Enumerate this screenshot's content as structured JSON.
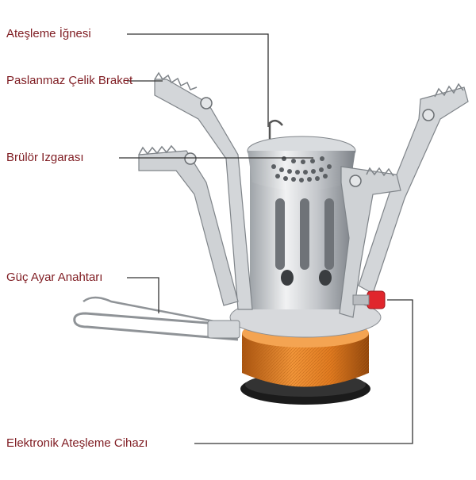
{
  "diagram": {
    "labels": [
      {
        "id": "ignition-needle",
        "text": "Ateşleme İğnesi"
      },
      {
        "id": "stainless-bracket",
        "text": "Paslanmaz Çelik Braket"
      },
      {
        "id": "burner-grate",
        "text": "Brülör Izgarası"
      },
      {
        "id": "power-switch",
        "text": "Güç Ayar Anahtarı"
      },
      {
        "id": "electronic-igniter",
        "text": "Elektronik Ateşleme Cihazı"
      }
    ],
    "colors": {
      "label_text": "#7f1c22",
      "leader_line": "#333333",
      "steel": "#c9ccd0",
      "steel_dark": "#8a8e93",
      "orange_ring": "#e07a1f",
      "red_knob": "#e0262c"
    }
  }
}
